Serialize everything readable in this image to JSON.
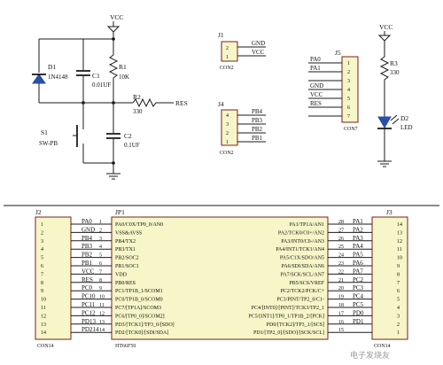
{
  "vcc": "VCC",
  "d1": {
    "ref": "D1",
    "val": "1N4148"
  },
  "c1": {
    "ref": "C1",
    "val": "0.01UF"
  },
  "r1": {
    "ref": "R1",
    "val": "10K"
  },
  "r2": {
    "ref": "R2",
    "val": "330"
  },
  "res": "RES",
  "s1": {
    "ref": "S1",
    "val": "SW-PB"
  },
  "c2": {
    "ref": "C2",
    "val": "0.1UF"
  },
  "j1": {
    "ref": "J1",
    "name": "CON2",
    "pins": [
      "2",
      "1"
    ],
    "nets": [
      "GND",
      "VCC"
    ]
  },
  "j4": {
    "ref": "J4",
    "name": "CON2",
    "pins": [
      "4",
      "3",
      "2",
      "1"
    ],
    "nets": [
      "PB4",
      "PB3",
      "PB2",
      "PB1"
    ]
  },
  "j5": {
    "ref": "J5",
    "name": "CON7",
    "pins": [
      "1",
      "2",
      "3",
      "4",
      "5",
      "6",
      "7"
    ],
    "nets": [
      "PA0",
      "PA1",
      "",
      "GND",
      "VCC",
      "RES",
      ""
    ]
  },
  "r3": {
    "ref": "R3",
    "val": "330"
  },
  "d2": {
    "ref": "D2",
    "val": "LED"
  },
  "j2": {
    "ref": "J2",
    "name": "CON14",
    "pins": [
      "1",
      "2",
      "3",
      "4",
      "5",
      "6",
      "7",
      "8",
      "9",
      "10",
      "11",
      "12",
      "13",
      "14"
    ]
  },
  "j3": {
    "ref": "J3",
    "name": "CON14",
    "pins": [
      "14",
      "13",
      "12",
      "11",
      "10",
      "9",
      "8",
      "7",
      "6",
      "5",
      "4",
      "3",
      "2",
      "1"
    ]
  },
  "jp1": {
    "ref": "JP1",
    "name": "HT66F50",
    "left_pins": [
      "1",
      "2",
      "3",
      "4",
      "5",
      "6",
      "7",
      "8",
      "9",
      "10",
      "11",
      "12",
      "13",
      "14"
    ],
    "left_nets": [
      "PA0",
      "GND",
      "PB4",
      "PB3",
      "PB2",
      "PB1",
      "VCC",
      "RES",
      "PC0",
      "PC10",
      "PC11",
      "PC12",
      "PD13",
      "PD214"
    ],
    "left_funcs": [
      "PA0/C0X/TP0_0/AN0",
      "VSS&AVSS",
      "PB4/TX2",
      "PB3/TX1",
      "PB2/SOC2",
      "PB1/SOC1",
      "VDD",
      "PB0/RES",
      "PC1/TP1B_1/SCOM1",
      "PC0/TP1B_0/SCOM0",
      "PC7/[TP1A]/SCOM3",
      "PC6/[TP0_0]/SCOM2]",
      "PD3/[TCK1]/TP3_0/[SDO]",
      "PD2/[TCK0]/[SDI/SDA]"
    ],
    "right_pins": [
      "28",
      "27",
      "26",
      "25",
      "24",
      "23",
      "22",
      "21",
      "20",
      "19",
      "18",
      "17",
      "16",
      "15"
    ],
    "right_nets": [
      "PA1",
      "PA2",
      "PA3",
      "PA4",
      "PA5",
      "PA6",
      "PA7",
      "PC2",
      "PC3",
      "PC4",
      "PC5",
      "PD0",
      "PD1"
    ],
    "right_funcs": [
      "PA1/TP1A/AN1",
      "PA2/TCK0/C0+/AN2",
      "PA3/INT0/C0-/AN3",
      "PA4/INT1/TCK1/AN4",
      "PA5/C1X/SDO/AN5",
      "PA6/SDI/SDA/AN6",
      "PA7/SCK/SCL/AN7",
      "PB5/SCS/VREF",
      "PC2/TCK2/PCK/C+",
      "PC3/PINT/TP2_0/C1-",
      "PC4/[INT0]/[PINT]/TCK3/TP2_1",
      "PC5/[INT1]/TP0_1/TP1B_2/[PCK]",
      "PD0/[TCK2]/TP3_1/[SCS]",
      "PD1/[TP2_0]/[SDO]/[SCK/SCL]"
    ]
  },
  "watermark": "电子发烧友"
}
